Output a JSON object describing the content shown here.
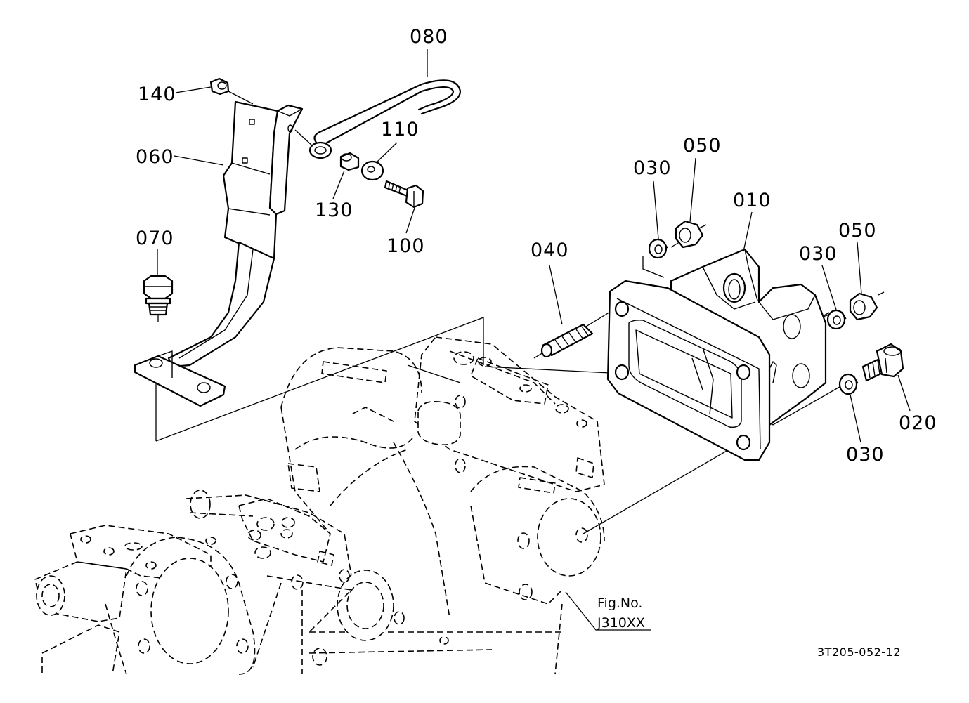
{
  "callouts": {
    "p010": "010",
    "p020": "020",
    "p030a": "030",
    "p030b": "030",
    "p030c": "030",
    "p040": "040",
    "p050a": "050",
    "p050b": "050",
    "p060": "060",
    "p070": "070",
    "p080": "080",
    "p100": "100",
    "p110": "110",
    "p130": "130",
    "p140": "140"
  },
  "figure_ref": {
    "label": "Fig.No.",
    "number": "J310XX"
  },
  "drawing_code": "3T205-052-12"
}
